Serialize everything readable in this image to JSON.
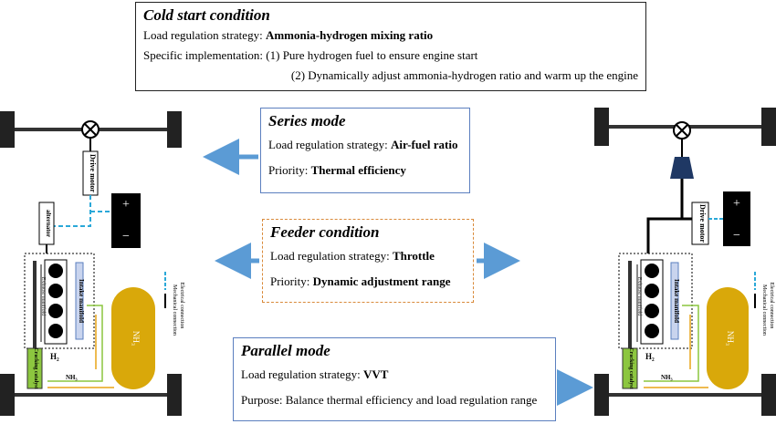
{
  "cold_start": {
    "title": "Cold start condition",
    "strategy_prefix": "Load regulation strategy: ",
    "strategy_value": "Ammonia-hydrogen mixing ratio",
    "impl_line1": "Specific implementation: (1) Pure hydrogen fuel to ensure engine start",
    "impl_line2": "(2) Dynamically adjust ammonia-hydrogen ratio and warm up the engine"
  },
  "series_mode": {
    "title": "Series mode",
    "strategy_prefix": "Load regulation strategy: ",
    "strategy_value": "Air-fuel ratio",
    "priority_prefix": "Priority: ",
    "priority_value": "Thermal efficiency"
  },
  "feeder": {
    "title": "Feeder condition",
    "strategy_prefix": "Load regulation strategy: ",
    "strategy_value": "Throttle",
    "priority_prefix": "Priority: ",
    "priority_value": "Dynamic adjustment range"
  },
  "parallel_mode": {
    "title": "Parallel mode",
    "strategy_prefix": "Load regulation strategy: ",
    "strategy_value": "VVT",
    "purpose_line": "Purpose: Balance thermal efficiency and load regulation range"
  },
  "left_vehicle": {
    "drive_motor": "Drive motor",
    "alternator": "alternator",
    "battery_plus": "+",
    "battery_minus": "−",
    "exhaust": "Exhaust manifold",
    "intake": "Intake manifold",
    "nh3_tank": "NH₃",
    "h2": "H₂",
    "nh3_small": "NH₃",
    "cracking": "Cracking catalyst"
  },
  "right_vehicle": {
    "drive_motor": "Drive motor",
    "battery_plus": "+",
    "battery_minus": "−",
    "exhaust": "Exhaust manifold",
    "intake": "Intake manifold",
    "nh3_tank": "NH₃",
    "h2": "H₂",
    "nh3_small": "NH₃",
    "cracking": "Cracking catalyst"
  },
  "legend": {
    "mechanical": "Mechanical connection",
    "electrical": "Electrical connection"
  },
  "colors": {
    "arrow": "#5b9bd5",
    "tank": "#d9a80a",
    "catalyst": "#8cc63f",
    "electric": "#2aa8d8",
    "valve": "#1f3864",
    "feeder_border": "#d98a3a",
    "mode_border": "#5b7fbf"
  }
}
